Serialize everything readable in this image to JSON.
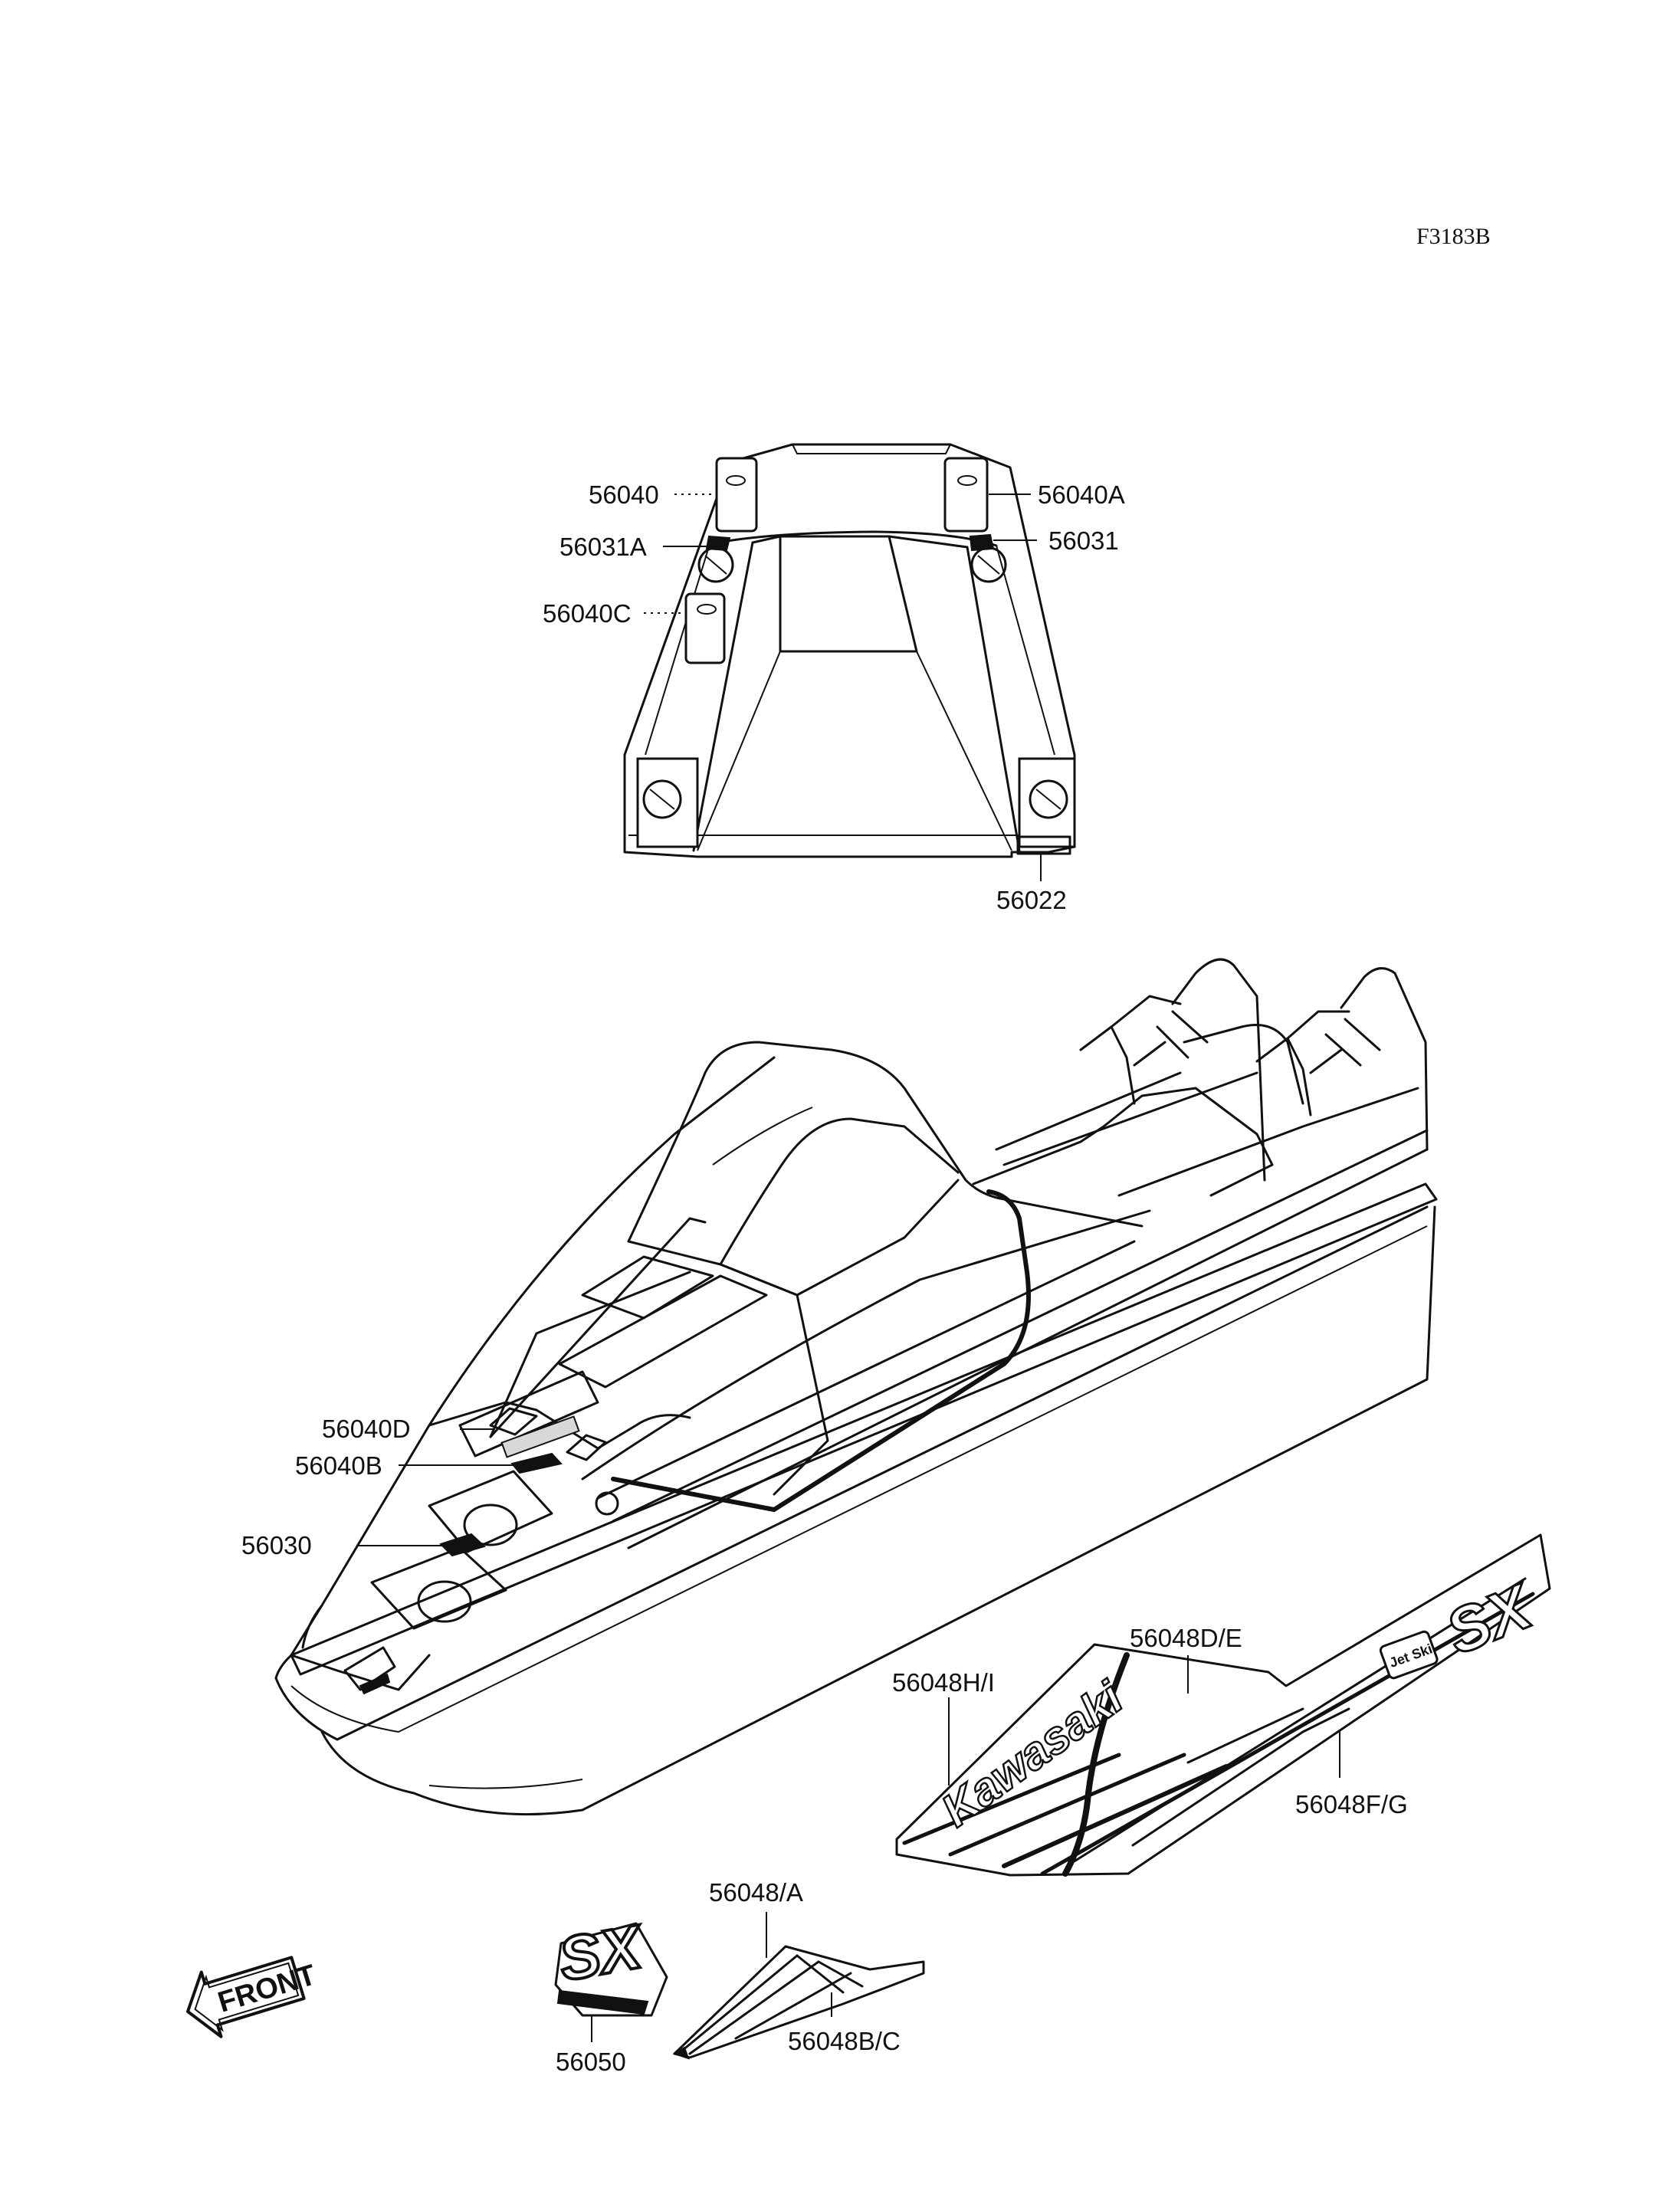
{
  "figure_code": "F3183B",
  "labels": {
    "p56040": "56040",
    "p56040A": "56040A",
    "p56031A": "56031A",
    "p56031": "56031",
    "p56040C": "56040C",
    "p56022": "56022",
    "p56040D": "56040D",
    "p56040B": "56040B",
    "p56030": "56030",
    "p56048DE": "56048D/E",
    "p56048HI": "56048H/I",
    "p56048FG": "56048F/G",
    "p56048A": "56048/A",
    "p56048BC": "56048B/C",
    "p56050": "56050"
  },
  "decal_text": {
    "brand": "Kawasaki",
    "model": "SX",
    "badge": "Jet Ski",
    "arrow": "FRONT"
  }
}
